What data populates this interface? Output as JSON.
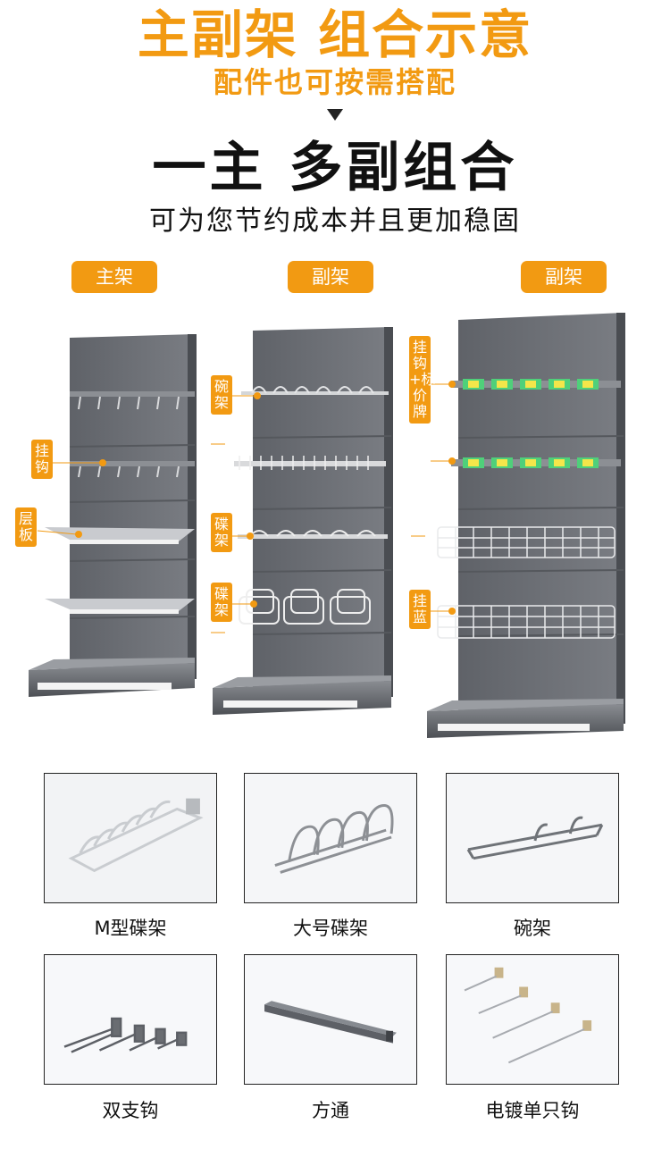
{
  "header": {
    "headline": "主副架 组合示意",
    "subline": "配件也可按需搭配",
    "title": "一主 多副组合",
    "tagline": "可为您节约成本并且更加稳固"
  },
  "shelves": {
    "main_label": "主架",
    "side_label_1": "副架",
    "side_label_2": "副架"
  },
  "annotations": {
    "hook": "挂钩",
    "layer_board": "层板",
    "bowl_rack": "碗架",
    "dish_rack_1": "碟架",
    "dish_rack_2": "碟架",
    "hook_price_tag": "挂钩+标价牌",
    "hanging_basket": "挂蓝"
  },
  "accessories": [
    {
      "name": "M型碟架"
    },
    {
      "name": "大号碟架"
    },
    {
      "name": "碗架"
    },
    {
      "name": "双支钩"
    },
    {
      "name": "方通"
    },
    {
      "name": "电镀单只钩"
    }
  ],
  "colors": {
    "accent": "#f29a12",
    "shelf_gray": "#6e7177",
    "price_tag_green": "#4fd07a",
    "price_tag_yellow": "#f4e64a"
  }
}
